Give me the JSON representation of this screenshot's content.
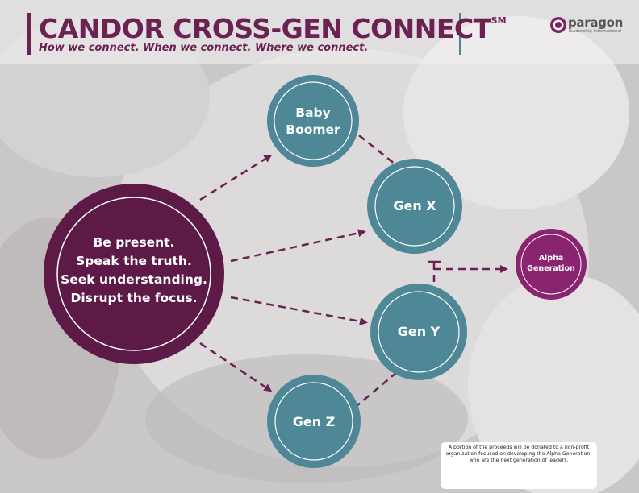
{
  "header": {
    "title": "CANDOR CROSS-GEN CONNECT",
    "title_mark": "SM",
    "subtitle": "How we connect. When we connect. Where we connect."
  },
  "logo": {
    "name": "paragon",
    "tagline": "leadership international"
  },
  "hub": {
    "lines": [
      "Be present.",
      "Speak the truth.",
      "Seek understanding.",
      "Disrupt the focus."
    ]
  },
  "nodes": {
    "baby_boomer": [
      "Baby",
      "Boomer"
    ],
    "gen_x": "Gen X",
    "gen_y": "Gen Y",
    "gen_z": "Gen Z",
    "alpha": [
      "Alpha",
      "Generation"
    ]
  },
  "footnote": "A portion of the proceeds will be donated to a non-profit organization focused on developing the Alpha Generation, who are the next generation of leaders.",
  "colors": {
    "plum": "#6b2152",
    "teal": "#4e8796",
    "alpha": "#8b2470",
    "background": "#cfcccd"
  }
}
